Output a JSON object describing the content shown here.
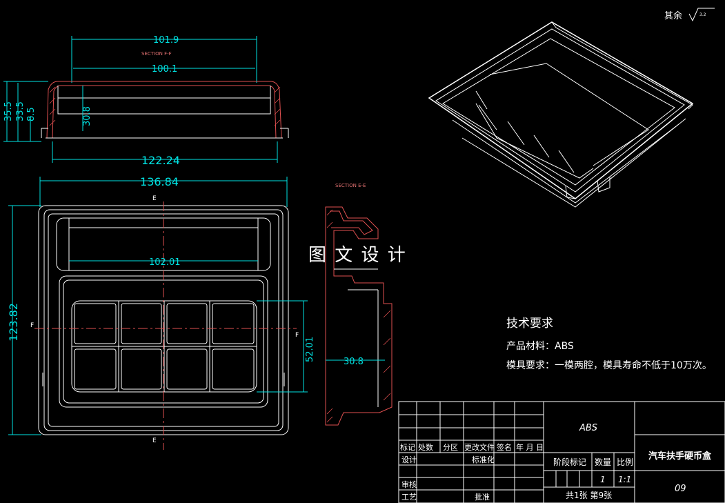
{
  "roughness": {
    "label": "其余",
    "value": "3.2"
  },
  "section_ff": {
    "title": "SECTION F-F",
    "dims": {
      "outer_width": "101.9",
      "inner_width": "100.1",
      "bottom_width": "122.24",
      "h1": "35.5",
      "h2": "33.5",
      "h3": "8.5",
      "depth": "30.8"
    }
  },
  "plan_view": {
    "dims": {
      "width": "136.84",
      "height": "123.82",
      "inner": "102.01",
      "slot": "52.01"
    },
    "cut_labels": {
      "e_top": "E",
      "e_bottom": "E",
      "f_left": "F",
      "f_right": "F"
    }
  },
  "section_ee": {
    "title": "SECTION E-E",
    "depth": "30.8"
  },
  "watermark": "图 文 设 计",
  "tech": {
    "heading": "技术要求",
    "line1": "产品材料：ABS",
    "line2": "模具要求：一模两腔，模具寿命不低于10万次。"
  },
  "title_block": {
    "material": "ABS",
    "part_name": "汽车扶手硬币盒",
    "drawing_no": "09",
    "headers": [
      "标记",
      "处数",
      "分区",
      "更改文件",
      "签名",
      "年 月 日"
    ],
    "rows": {
      "design": "设计",
      "standard": "标准化",
      "check": "审核",
      "process": "工艺",
      "approve": "批准"
    },
    "stage_label": "阶段标记",
    "qty_label": "数量",
    "scale_label": "比例",
    "qty": "1",
    "scale": "1:1",
    "sheets": "共1张  第9张"
  }
}
